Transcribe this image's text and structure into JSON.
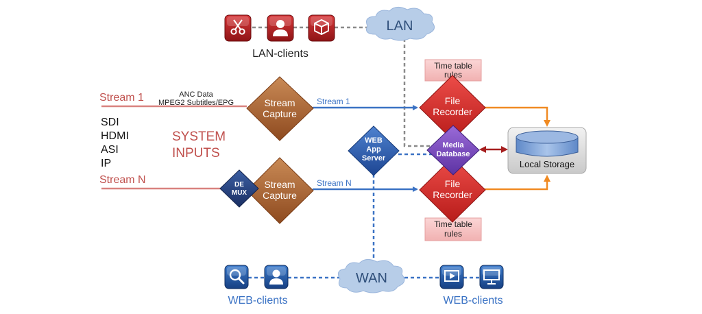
{
  "colors": {
    "input_red": "#c0504d",
    "stream_blue": "#3a72c4",
    "lan_gray": "#8a8a8a",
    "capture_brown": "#a0592b",
    "recorder_red": "#d62a27",
    "database_purple": "#7b4cc2",
    "webapp_blue": "#2b5fb2",
    "storage_orange": "#f08a22",
    "db_link_darkred": "#a61e1e",
    "client_red": "#b21f22",
    "client_blue": "#255ea8",
    "cloud_blue": "#b7cde8",
    "pink_box": "#f6c3c3"
  },
  "lan_clients": {
    "label": "LAN-clients",
    "icons": [
      "scissors-icon",
      "user-icon",
      "box-icon"
    ]
  },
  "lan_cloud": {
    "label": "LAN"
  },
  "inputs": {
    "stream1": "Stream 1",
    "streamN": "Stream N",
    "anc_line1": "ANC Data",
    "anc_line2": "MPEG2 Subtitles/EPG",
    "types": [
      "SDI",
      "HDMI",
      "ASI",
      "IP"
    ],
    "system_line1": "SYSTEM",
    "system_line2": "INPUTS"
  },
  "capture1": {
    "line1": "Stream",
    "line2": "Capture"
  },
  "capture2": {
    "line1": "Stream",
    "line2": "Capture"
  },
  "demux": {
    "line1": "DE",
    "line2": "MUX"
  },
  "link_stream1": "Stream 1",
  "link_streamN": "Stream N",
  "timetable_top": {
    "line1": "Time table",
    "line2": "rules"
  },
  "timetable_bottom": {
    "line1": "Time table",
    "line2": "rules"
  },
  "recorder1": {
    "line1": "File",
    "line2": "Recorder"
  },
  "recorder2": {
    "line1": "File",
    "line2": "Recorder"
  },
  "media_db": {
    "line1": "Media",
    "line2": "Database"
  },
  "web_server": {
    "line1": "WEB",
    "line2": "App",
    "line3": "Server"
  },
  "storage": {
    "label": "Local Storage"
  },
  "wan_cloud": {
    "label": "WAN"
  },
  "web_clients_left": {
    "label": "WEB-clients",
    "icons": [
      "search-icon",
      "user-icon"
    ]
  },
  "web_clients_right": {
    "label": "WEB-clients",
    "icons": [
      "video-player-icon",
      "monitor-icon"
    ]
  }
}
